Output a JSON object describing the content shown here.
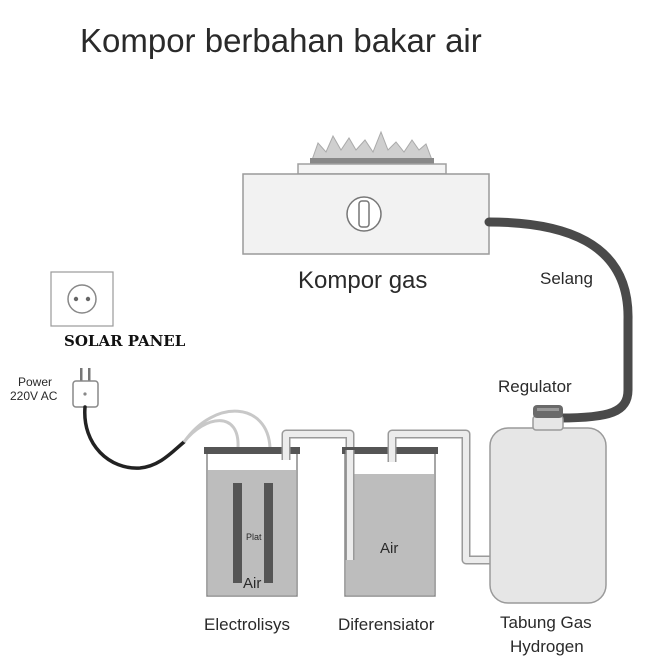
{
  "title": "Kompor berbahan bakar air",
  "labels": {
    "stove": "Kompor gas",
    "hose": "Selang",
    "regulator": "Regulator",
    "solar_panel": "SOLAR PANEL",
    "power_line1": "Power",
    "power_line2": "220V AC",
    "plat": "Plat",
    "air_electrolysis": "Air",
    "air_differentiator": "Air",
    "electrolysis": "Electrolisys",
    "differentiator": "Diferensiator",
    "tank_line1": "Tabung Gas",
    "tank_line2": "Hydrogen"
  },
  "colors": {
    "container_fill": "#bdbdbd",
    "lid": "#555555",
    "hose": "#4a4a4a",
    "pipe": "#dcdcdc",
    "tank": "#e6e6e6",
    "outline": "#9a9a9a"
  }
}
